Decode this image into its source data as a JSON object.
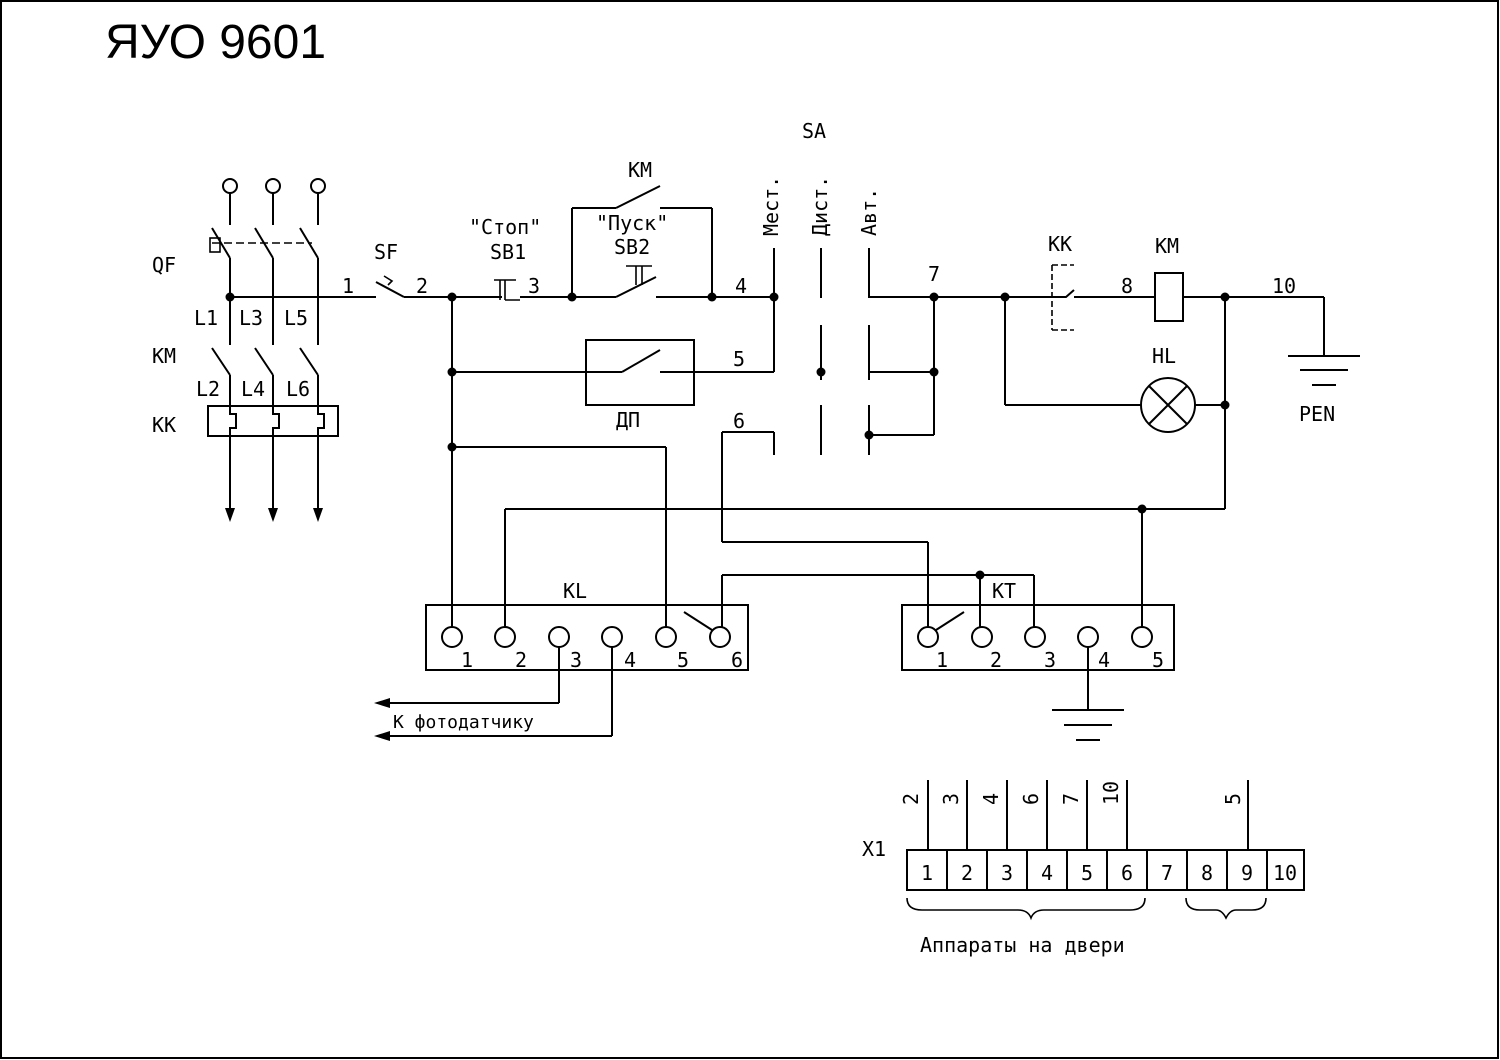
{
  "title": "ЯУО 9601",
  "power": {
    "breaker": "QF",
    "contactor": "KM",
    "overload": "KK",
    "phases_in": [
      "L1",
      "L3",
      "L5"
    ],
    "phases_out": [
      "L2",
      "L4",
      "L6"
    ]
  },
  "control": {
    "switch_sf": "SF",
    "stop_caption": "\"Стоп\"",
    "stop_name": "SB1",
    "start_caption": "\"Пуск\"",
    "start_name": "SB2",
    "km_contact": "KM",
    "selector": "SA",
    "mode_local": "Мест.",
    "mode_remote": "Дист.",
    "mode_auto": "Авт.",
    "dp": "ДП",
    "kk_contact": "KK",
    "km_coil": "KM",
    "lamp": "HL",
    "pen": "PEN",
    "wires": {
      "w1": "1",
      "w2": "2",
      "w3": "3",
      "w4": "4",
      "w5": "5",
      "w6": "6",
      "w7": "7",
      "w8": "8",
      "w10": "10"
    }
  },
  "kl": {
    "label": "KL",
    "terminals": [
      "1",
      "2",
      "3",
      "4",
      "5",
      "6"
    ]
  },
  "kt": {
    "label": "KT",
    "terminals": [
      "1",
      "2",
      "3",
      "4",
      "5"
    ]
  },
  "photo_sensor": "К фотодатчику",
  "x1": {
    "label": "X1",
    "cells": [
      "1",
      "2",
      "3",
      "4",
      "5",
      "6",
      "7",
      "8",
      "9",
      "10"
    ],
    "wire_labels": [
      "2",
      "3",
      "4",
      "6",
      "7",
      "10",
      "5"
    ],
    "door_note": "Аппараты на двери"
  }
}
